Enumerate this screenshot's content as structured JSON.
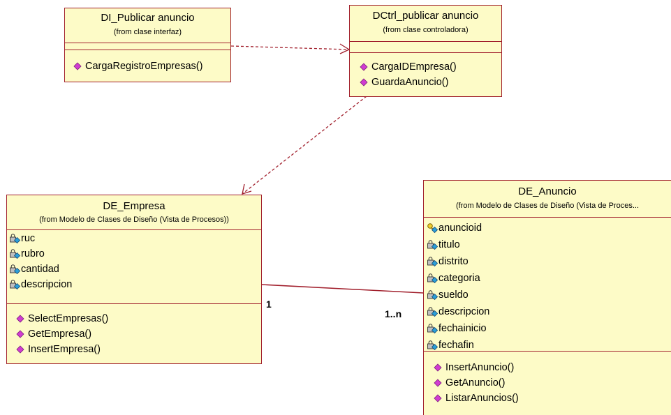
{
  "classes": {
    "di_publicar": {
      "name": "DI_Publicar anuncio",
      "from": "(from clase interfaz)",
      "attributes": [],
      "operations": [
        "CargaRegistroEmpresas()"
      ]
    },
    "dctrl_publicar": {
      "name": "DCtrl_publicar anuncio",
      "from": "(from clase controladora)",
      "attributes": [],
      "operations": [
        "CargaIDEmpresa()",
        "GuardaAnuncio()"
      ]
    },
    "de_empresa": {
      "name": "DE_Empresa",
      "from": "(from Modelo de Clases de Diseño (Vista de Procesos))",
      "attributes": [
        "ruc",
        "rubro",
        "cantidad",
        "descripcion"
      ],
      "operations": [
        "SelectEmpresas()",
        "GetEmpresa()",
        "InsertEmpresa()"
      ]
    },
    "de_anuncio": {
      "name": "DE_Anuncio",
      "from": "(from Modelo de Clases de Diseño (Vista de Proces...",
      "attributes": [
        "anuncioid",
        "titulo",
        "distrito",
        "categoria",
        "sueldo",
        "descripcion",
        "fechainicio",
        "fechafin"
      ],
      "key_attribute": "anuncioid",
      "operations": [
        "InsertAnuncio()",
        "GetAnuncio()",
        "ListarAnuncios()"
      ]
    }
  },
  "association": {
    "multiplicity_empresa": "1",
    "multiplicity_anuncio": "1..n"
  },
  "icons": {
    "operation": "public-operation-icon",
    "attribute": "private-attribute-icon",
    "key": "primary-key-icon"
  },
  "colors": {
    "box_fill": "#fdfbc7",
    "border": "#a11f2c",
    "operation_icon": "#d13cd1",
    "attribute_icon": "#2b9fd8"
  }
}
